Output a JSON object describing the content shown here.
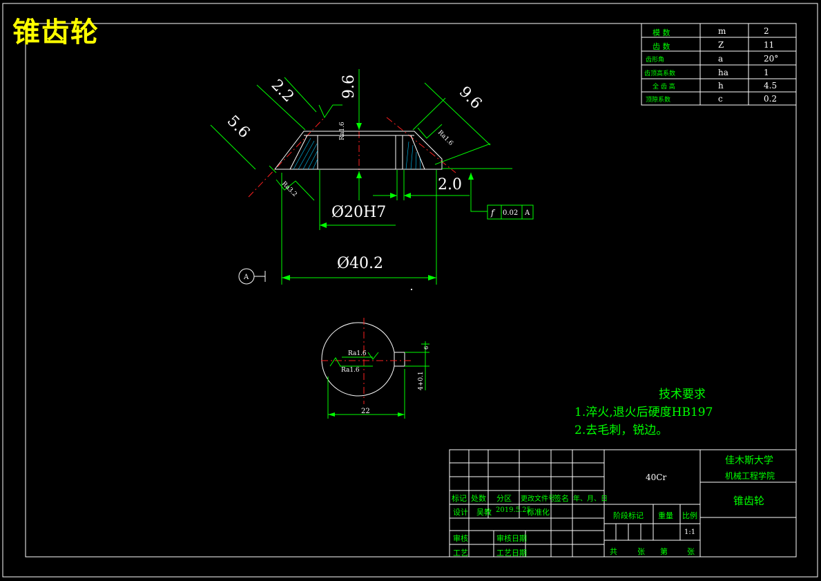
{
  "title": "锥齿轮",
  "param_table": [
    {
      "name": "模 数",
      "sym": "m",
      "val": "2"
    },
    {
      "name": "齿 数",
      "sym": "Z",
      "val": "11"
    },
    {
      "name": "齿形角",
      "sym": "a",
      "val": "20°"
    },
    {
      "name": "齿顶高系数",
      "sym": "ha",
      "val": "1"
    },
    {
      "name": "全 齿 高",
      "sym": "h",
      "val": "4.5"
    },
    {
      "name": "顶隙系数",
      "sym": "c",
      "val": "0.2"
    }
  ],
  "dims": {
    "d22": "2.2",
    "d96a": "9.6",
    "d96b": "9.6",
    "d56": "5.6",
    "d20": "2.0",
    "bore": "Ø20H7",
    "outer": "Ø40.2",
    "ra16a": "Ra1.6",
    "ra16b": "Ra1.6",
    "ra3": "Ra3.2",
    "tol_sym": "f",
    "tol_val": "0.02",
    "tol_ref": "A",
    "datum": "A"
  },
  "section": {
    "ra_top": "Ra1.6",
    "ra_bottom": "Ra1.6",
    "width": "22",
    "depth": "6",
    "side": "4+0.1"
  },
  "tech": {
    "heading": "技术要求",
    "line1": "1.淬火,退火后硬度HB197",
    "line2": "2.去毛刺，锐边。"
  },
  "title_block": {
    "material": "40Cr",
    "school": "佳木斯大学",
    "college": "机械工程学院",
    "part": "锥齿轮",
    "scale": "1:1",
    "h_mark": "标记",
    "h_count": "处数",
    "h_zone": "分区",
    "h_doc": "更改文件号",
    "h_sign": "签名",
    "h_date": "年、月、日",
    "design": "设计",
    "designer": "吴教",
    "design_date": "2019.5.25",
    "standard": "标准化",
    "check": "审核",
    "check_date": "审核日期",
    "process": "工艺",
    "process_date": "工艺日期",
    "stage": "阶段标记",
    "weight": "重量",
    "ratio": "比例",
    "total": "共",
    "sheets": "张",
    "no": "第",
    "sheet": "张"
  }
}
